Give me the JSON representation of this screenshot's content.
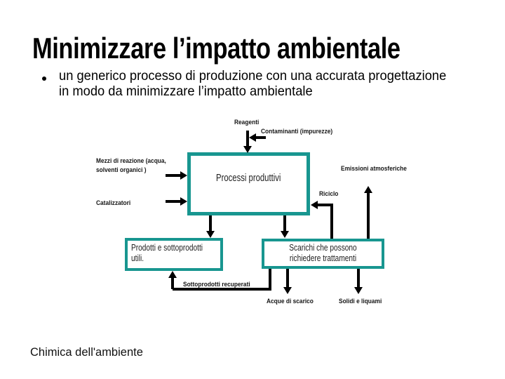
{
  "colors": {
    "accent_teal": "#189690",
    "arrow_black": "#000000",
    "background": "#ffffff"
  },
  "slide": {
    "title": "Minimizzare l’impatto ambientale",
    "bullet": {
      "marker": "•",
      "line1": "un generico processo di produzione con una accurata progettazione",
      "line2": "in modo da minimizzare l’impatto ambientale"
    },
    "footer": "Chimica dell'ambiente"
  },
  "diagram": {
    "inputs": {
      "reagenti": "Reagenti",
      "contaminanti": "Contaminanti (impurezze)",
      "mezzi_line1": "Mezzi di reazione (acqua,",
      "mezzi_line2": "solventi organici )",
      "catalizzatori": "Catalizzatori"
    },
    "process_box": "Processi produttivi",
    "outputs": {
      "emissioni": "Emissioni atmosferiche",
      "riciclo": "Riciclo",
      "prodotti_line1": "Prodotti e sottoprodotti",
      "prodotti_line2": "utili.",
      "scarichi_line1": "Scarichi che possono",
      "scarichi_line2": "richiedere trattamenti",
      "sottoprodotti_recuperati": "Sottoprodotti recuperati",
      "acque": "Acque di scarico",
      "solidi": "Solidi e liquami"
    }
  }
}
